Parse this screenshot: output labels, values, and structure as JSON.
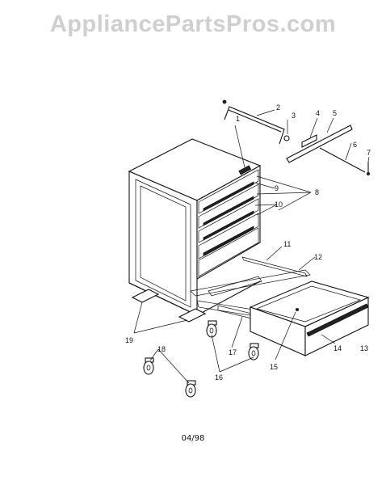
{
  "watermark": "AppliancePartsPros.com",
  "callouts": {
    "c1": "1",
    "c2": "2",
    "c3": "3",
    "c4": "4",
    "c5": "5",
    "c6": "6",
    "c7": "7",
    "c8": "8",
    "c9": "9",
    "c10": "10",
    "c11": "11",
    "c12": "12",
    "c13": "13",
    "c14": "14",
    "c15": "15",
    "c16": "16",
    "c17": "17",
    "c18": "18",
    "c19": "19"
  },
  "date_code": "04/98",
  "colors": {
    "line": "#111111",
    "watermark": "#cfcfcf",
    "background": "#ffffff"
  }
}
